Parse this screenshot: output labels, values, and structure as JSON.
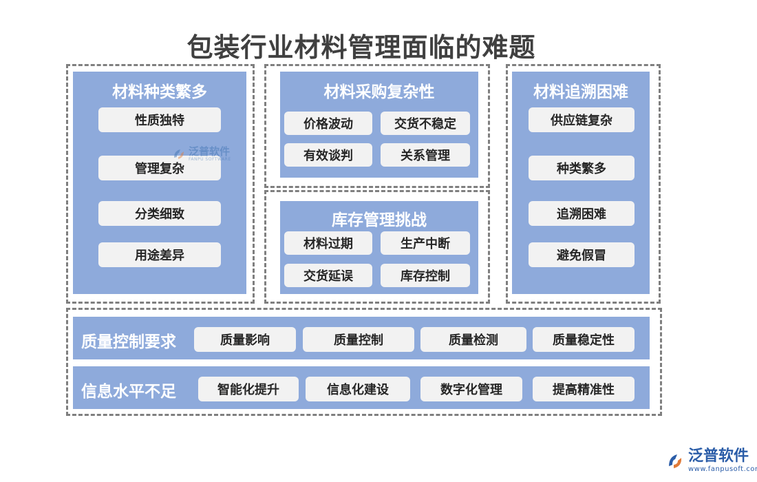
{
  "title": "包装行业材料管理面临的难题",
  "panels": {
    "variety": {
      "title": "材料种类繁多",
      "items": [
        "性质独特",
        "管理复杂",
        "分类细致",
        "用途差异"
      ]
    },
    "procurement": {
      "title": "材料采购复杂性",
      "items": [
        "价格波动",
        "交货不稳定",
        "有效谈判",
        "关系管理"
      ]
    },
    "inventory": {
      "title": "库存管理挑战",
      "items": [
        "材料过期",
        "生产中断",
        "交货延误",
        "库存控制"
      ]
    },
    "traceability": {
      "title": "材料追溯困难",
      "items": [
        "供应链复杂",
        "种类繁多",
        "追溯困难",
        "避免假冒"
      ]
    },
    "quality": {
      "title": "质量控制要求",
      "items": [
        "质量影响",
        "质量控制",
        "质量检测",
        "质量稳定性"
      ]
    },
    "information": {
      "title": "信息水平不足",
      "items": [
        "智能化提升",
        "信息化建设",
        "数字化管理",
        "提高精准性"
      ]
    }
  },
  "watermark": {
    "brand": "泛普软件",
    "sub": "FANPU SOFTWARE"
  },
  "logo": {
    "brand": "泛普软件",
    "url": "www.fanpusoft.com"
  },
  "colors": {
    "panel": "#8eaadb",
    "pill": "#f2f2f2",
    "title": "#404040",
    "dash": "#7f7f7f",
    "brand": "#2b5da8"
  }
}
